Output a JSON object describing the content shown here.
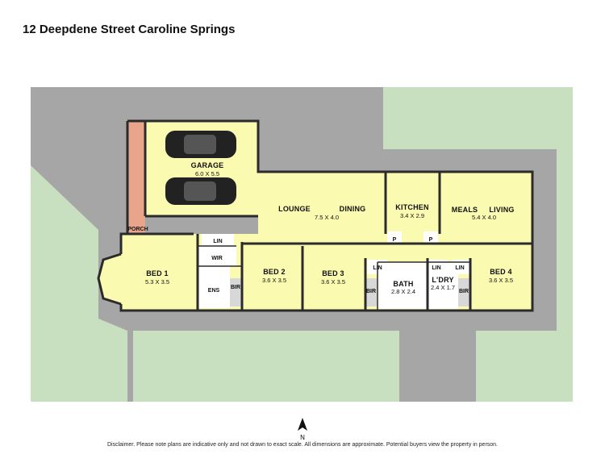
{
  "title": "12 Deepdene Street Caroline Springs",
  "disclaimer": "Disclaimer. Please note plans are indicative only and not drawn to exact scale. All dimensions are approximate. Potential buyers view the property in person.",
  "north_label": "N",
  "colors": {
    "land": "#a6a6a6",
    "lawn": "#c8dfc0",
    "room_fill": "#fafab0",
    "wet_fill": "#ffffff",
    "porch_fill": "#e8a58c",
    "wall": "#2b2b2b"
  },
  "rooms": {
    "garage": {
      "name": "GARAGE",
      "dims": "6.0 X 5.5"
    },
    "lounge": {
      "name": "LOUNGE"
    },
    "dining": {
      "name": "DINING",
      "dims": "7.5 X 4.0"
    },
    "kitchen": {
      "name": "KITCHEN",
      "dims": "3.4 X 2.9"
    },
    "meals": {
      "name": "MEALS"
    },
    "living": {
      "name": "LIVING",
      "dims": "5.4 X 4.0"
    },
    "porch": {
      "name": "PORCH"
    },
    "bed1": {
      "name": "BED 1",
      "dims": "5.3 X 3.5"
    },
    "bed2": {
      "name": "BED 2",
      "dims": "3.6 X 3.5"
    },
    "bed3": {
      "name": "BED 3",
      "dims": "3.6 X 3.5"
    },
    "bed4": {
      "name": "BED 4",
      "dims": "3.6 X 3.5"
    },
    "bath": {
      "name": "BATH",
      "dims": "2.8 X 2.4"
    },
    "ldry": {
      "name": "L'DRY",
      "dims": "2.4 X 1.7"
    },
    "wir": {
      "name": "WIR"
    },
    "ens": {
      "name": "ENS"
    },
    "lin1": {
      "name": "LIN"
    },
    "lin2": {
      "name": "LIN"
    },
    "lin3": {
      "name": "LIN"
    },
    "lin4": {
      "name": "LIN"
    },
    "bir1": {
      "name": "BIR"
    },
    "bir2": {
      "name": "BIR"
    },
    "bir3": {
      "name": "BIR"
    },
    "pantry1": {
      "name": "P"
    },
    "pantry2": {
      "name": "P"
    }
  }
}
